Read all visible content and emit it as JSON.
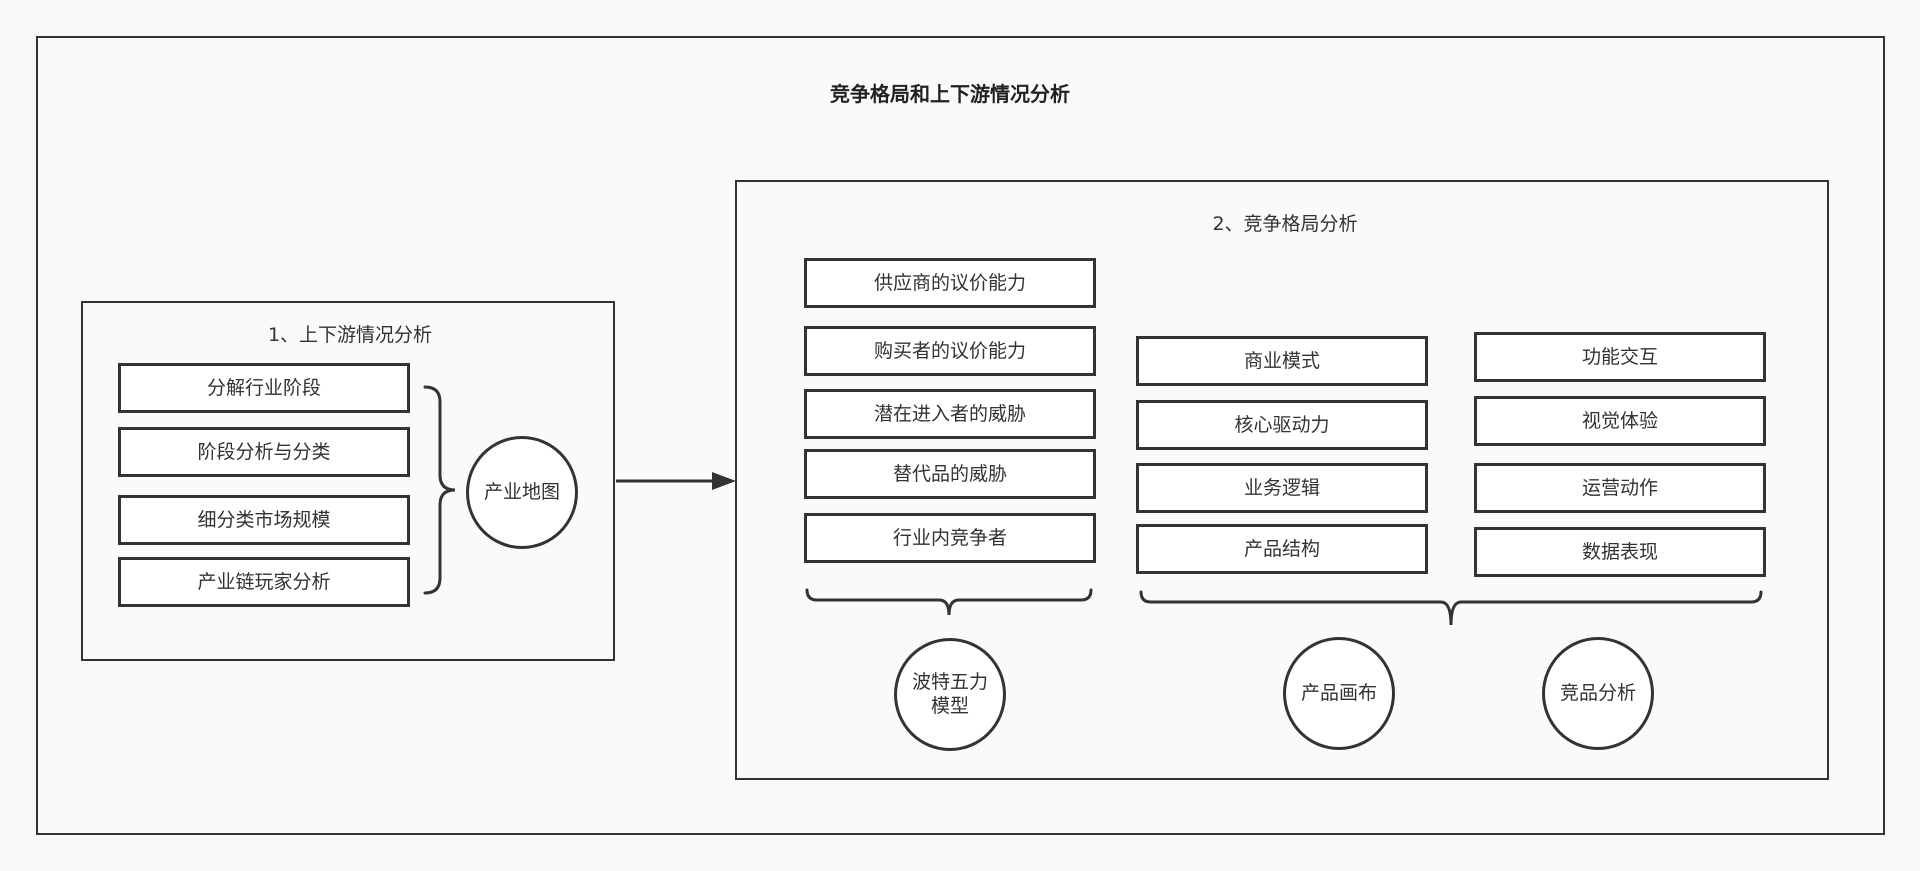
{
  "diagram": {
    "title": "竞争格局和上下游情况分析",
    "upstream": {
      "title": "1、上下游情况分析",
      "steps": [
        "分解行业阶段",
        "阶段分析与分类",
        "细分类市场规模",
        "产业链玩家分析"
      ],
      "result": "产业地图"
    },
    "competition": {
      "title": "2、竞争格局分析",
      "five_forces": {
        "items": [
          "供应商的议价能力",
          "购买者的议价能力",
          "潜在进入者的威胁",
          "替代品的威胁",
          "行业内竞争者"
        ],
        "result_line1": "波特五力",
        "result_line2": "模型"
      },
      "canvas": {
        "items": [
          "商业模式",
          "核心驱动力",
          "业务逻辑",
          "产品结构"
        ],
        "result": "产品画布"
      },
      "competitor": {
        "items": [
          "功能交互",
          "视觉体验",
          "运营动作",
          "数据表现"
        ],
        "result": "竞品分析"
      }
    }
  }
}
